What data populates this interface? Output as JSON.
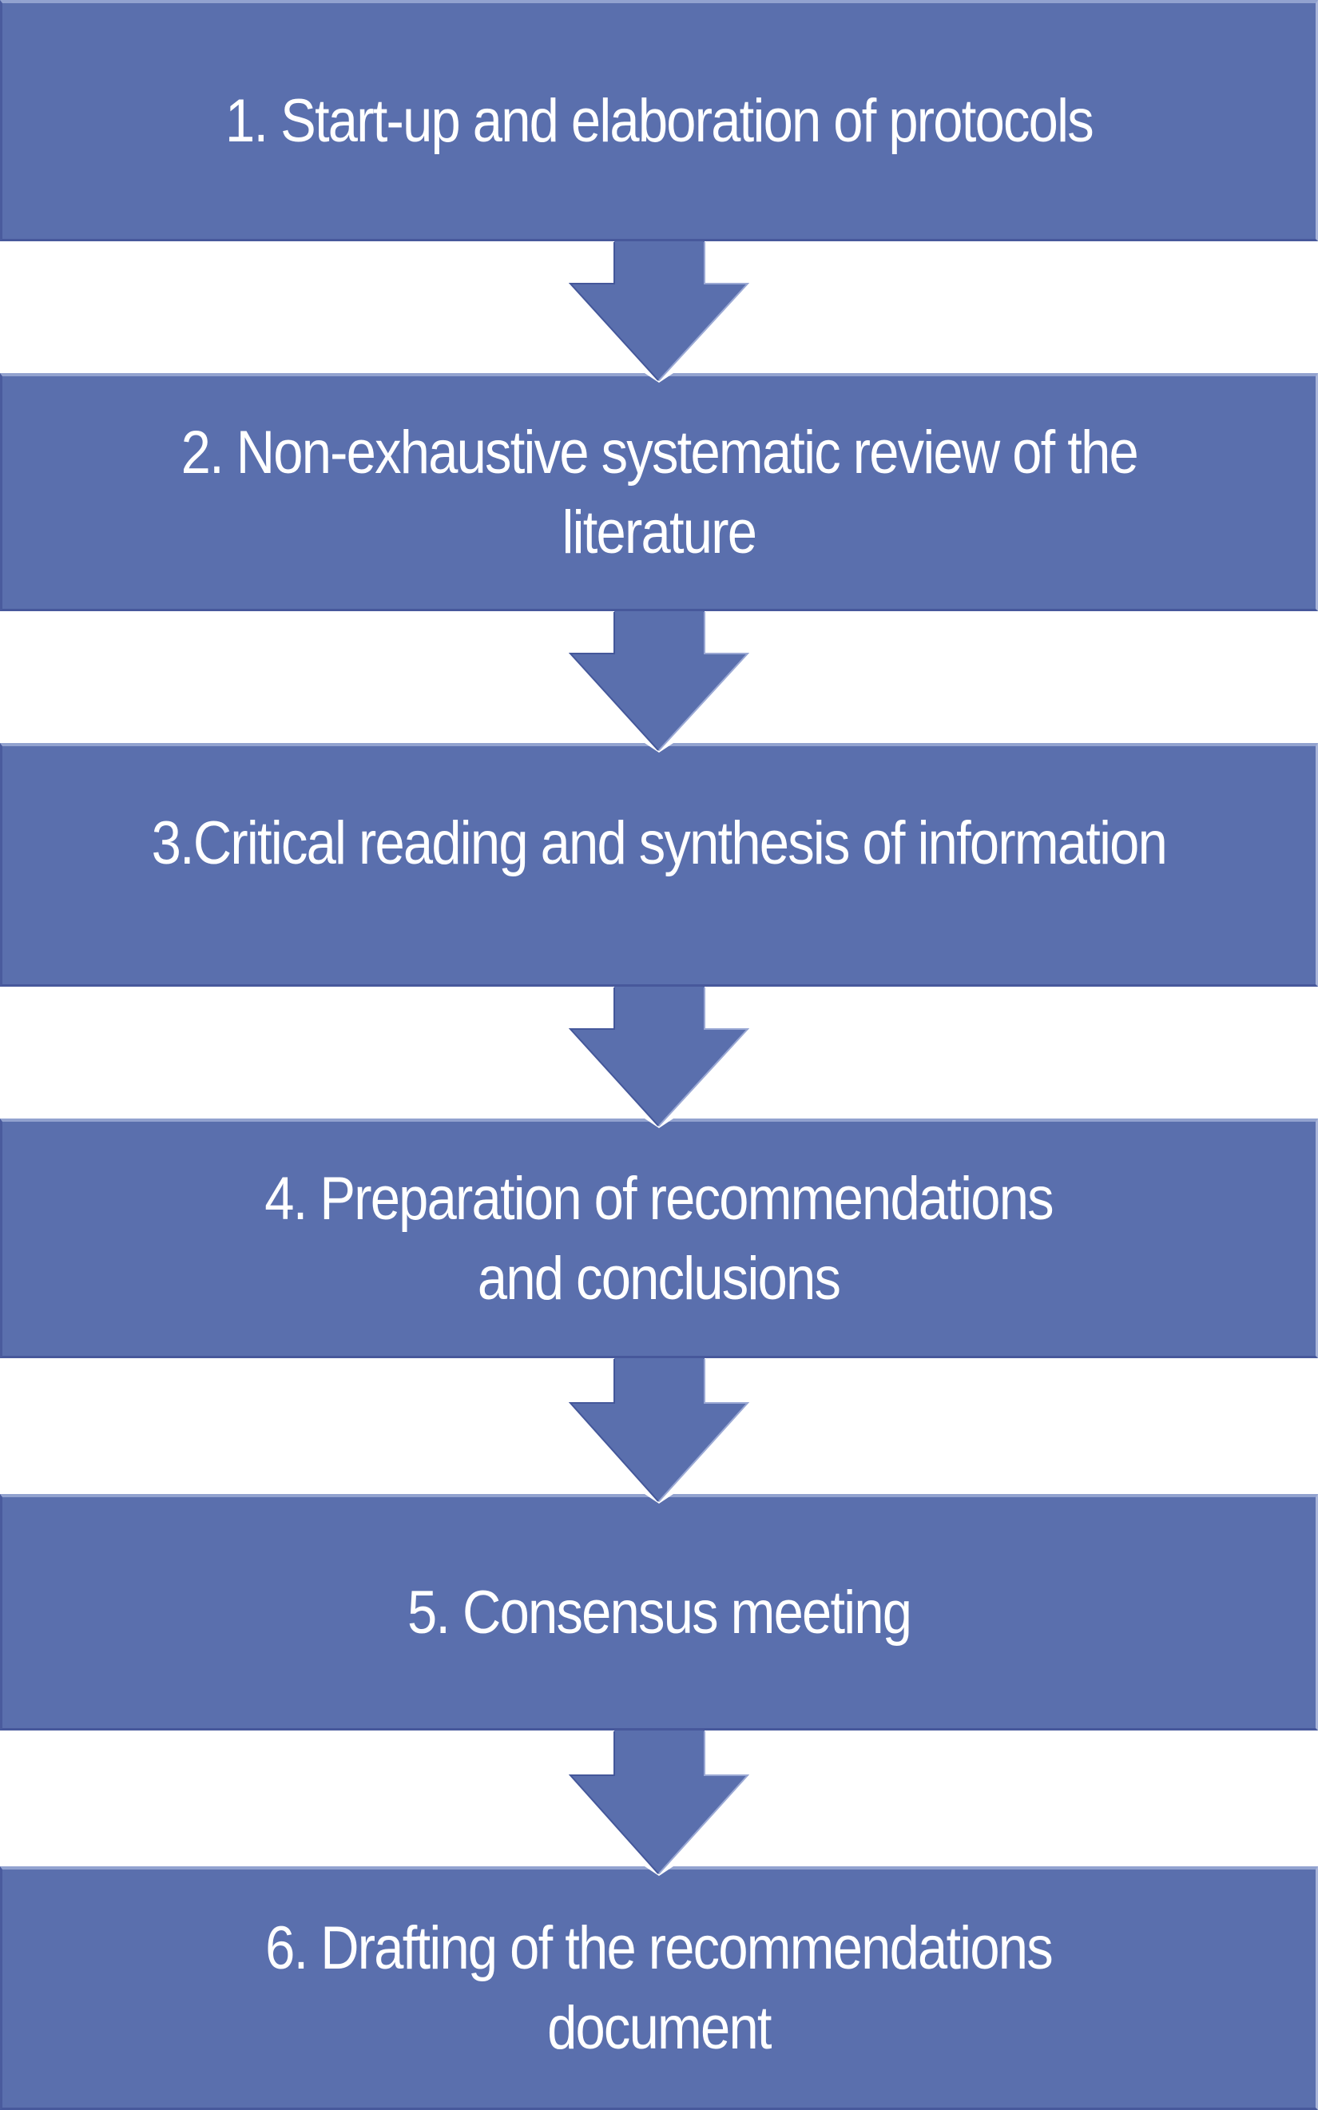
{
  "flowchart": {
    "description": "Six-step vertical process flowchart connected by downward arrows",
    "colors": {
      "band_fill": "#5a6fad",
      "band_highlight_edge": "#92a2cf",
      "band_shadow_edge": "#47589b",
      "text": "#ffffff",
      "background": "#ffffff"
    },
    "connector_icon": "down-arrow",
    "steps": [
      {
        "lines": [
          "1. Start-up and elaboration of protocols"
        ]
      },
      {
        "lines": [
          "2. Non-exhaustive systematic review of the",
          "literature"
        ]
      },
      {
        "lines": [
          "3.Critical reading and synthesis of information"
        ]
      },
      {
        "lines": [
          "4. Preparation of recommendations",
          "and conclusions"
        ]
      },
      {
        "lines": [
          "5. Consensus meeting"
        ]
      },
      {
        "lines": [
          "6. Drafting of the recommendations",
          "document"
        ]
      }
    ]
  }
}
